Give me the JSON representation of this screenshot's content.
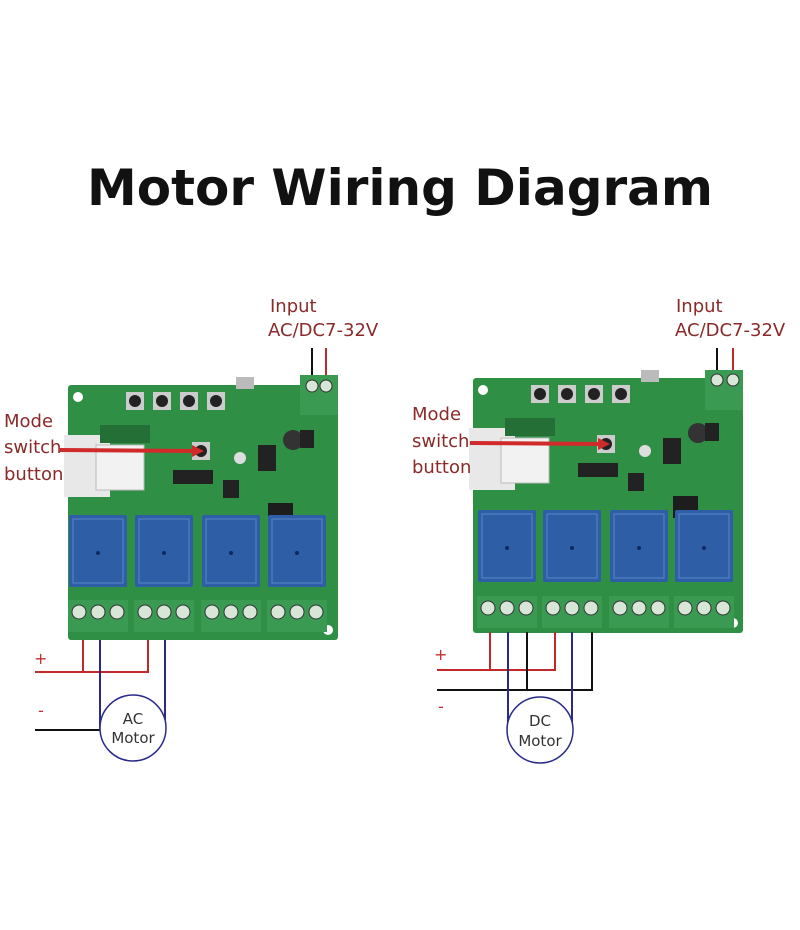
{
  "title": "Motor Wiring Diagram",
  "colors": {
    "board": "#2f8f45",
    "relay": "#2e5ea6",
    "terminal": "#3a9a52",
    "positive": "#c0282a",
    "negative": "#111111",
    "motor_wire": "#2a2a8a",
    "arrow": "#d02a2a"
  },
  "diagrams": [
    {
      "input_label": "Input",
      "input_voltage": "AC/DC7-32V",
      "mode_label": [
        "Mode",
        "switch",
        "button"
      ],
      "plus": "+",
      "minus": "-",
      "motor": [
        "AC",
        "Motor"
      ]
    },
    {
      "input_label": "Input",
      "input_voltage": "AC/DC7-32V",
      "mode_label": [
        "Mode",
        "switch",
        "button"
      ],
      "plus": "+",
      "minus": "-",
      "motor": [
        "DC",
        "Motor"
      ]
    }
  ]
}
